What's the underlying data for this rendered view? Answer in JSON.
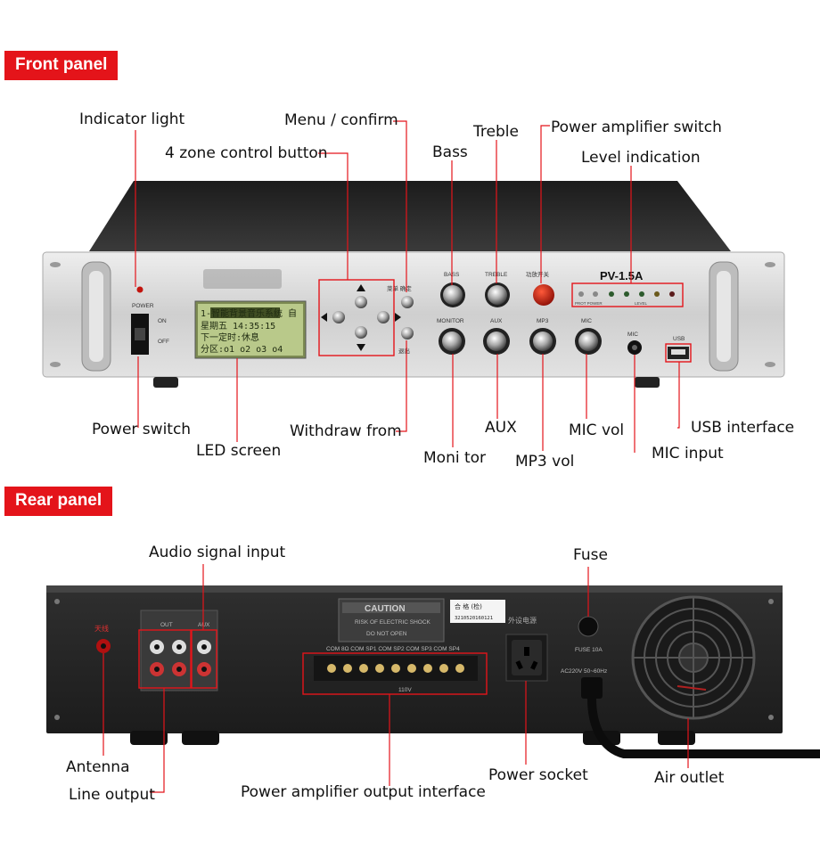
{
  "sections": {
    "front": "Front panel",
    "rear": "Rear panel"
  },
  "front_callouts": {
    "indicator_light": "Indicator light",
    "menu_confirm": "Menu / confirm",
    "zone_control": "4 zone control button",
    "treble": "Treble",
    "bass": "Bass",
    "power_amp_switch": "Power amplifier switch",
    "level_indication": "Level indication",
    "power_switch": "Power switch",
    "led_screen": "LED screen",
    "withdraw_from": "Withdraw from",
    "aux": "AUX",
    "mic_vol": "MIC vol",
    "usb_interface": "USB interface",
    "monitor": "Moni tor",
    "mp3_vol": "MP3 vol",
    "mic_input": "MIC input"
  },
  "rear_callouts": {
    "audio_signal_input": "Audio signal input",
    "fuse": "Fuse",
    "antenna": "Antenna",
    "line_output": "Line output",
    "amp_output_interface": "Power amplifier output interface",
    "power_socket": "Power socket",
    "air_outlet": "Air outlet"
  },
  "device_front": {
    "model": "PV-1.5A",
    "lcd_lines": [
      "1-智能背景音乐系统 自",
      "星期五   14:35:15",
      "下一定时:休息",
      "分区:o1 o2 o3 o4"
    ],
    "knobs": [
      "BASS",
      "TREBLE",
      "MONITOR",
      "AUX",
      "MP3",
      "MIC"
    ],
    "power_label": "POWER",
    "on_label": "ON",
    "off_label": "OFF",
    "menu_confirm_cn": "菜单 确定",
    "exit_cn": "退出",
    "amp_switch_cn": "功放开关",
    "mic_label": "MIC",
    "usb_label": "USB",
    "level_label": "LEVEL",
    "prot_power": "PROT POWER"
  },
  "device_rear": {
    "caution": "CAUTION",
    "caution_sub1": "RISK OF ELECTRIC SHOCK",
    "caution_sub2": "DO NOT OPEN",
    "qc_label": "合 格 (检)",
    "serial": "3210520160121",
    "external_power_cn": "外设电源",
    "fuse_label": "FUSE 10A",
    "ac_label": "AC220V 50~60Hz",
    "antenna_cn": "天线",
    "out_label": "OUT",
    "aux_label": "AUX",
    "terminals": "COM 8Ω COM SP1 COM SP2 COM SP3 COM SP4",
    "volt_label": "110V"
  },
  "colors": {
    "accent_red": "#e4141a",
    "chassis_dark": "#2b2b2b",
    "faceplate": "#d8d8d8",
    "lcd_green": "#b9c98a"
  }
}
